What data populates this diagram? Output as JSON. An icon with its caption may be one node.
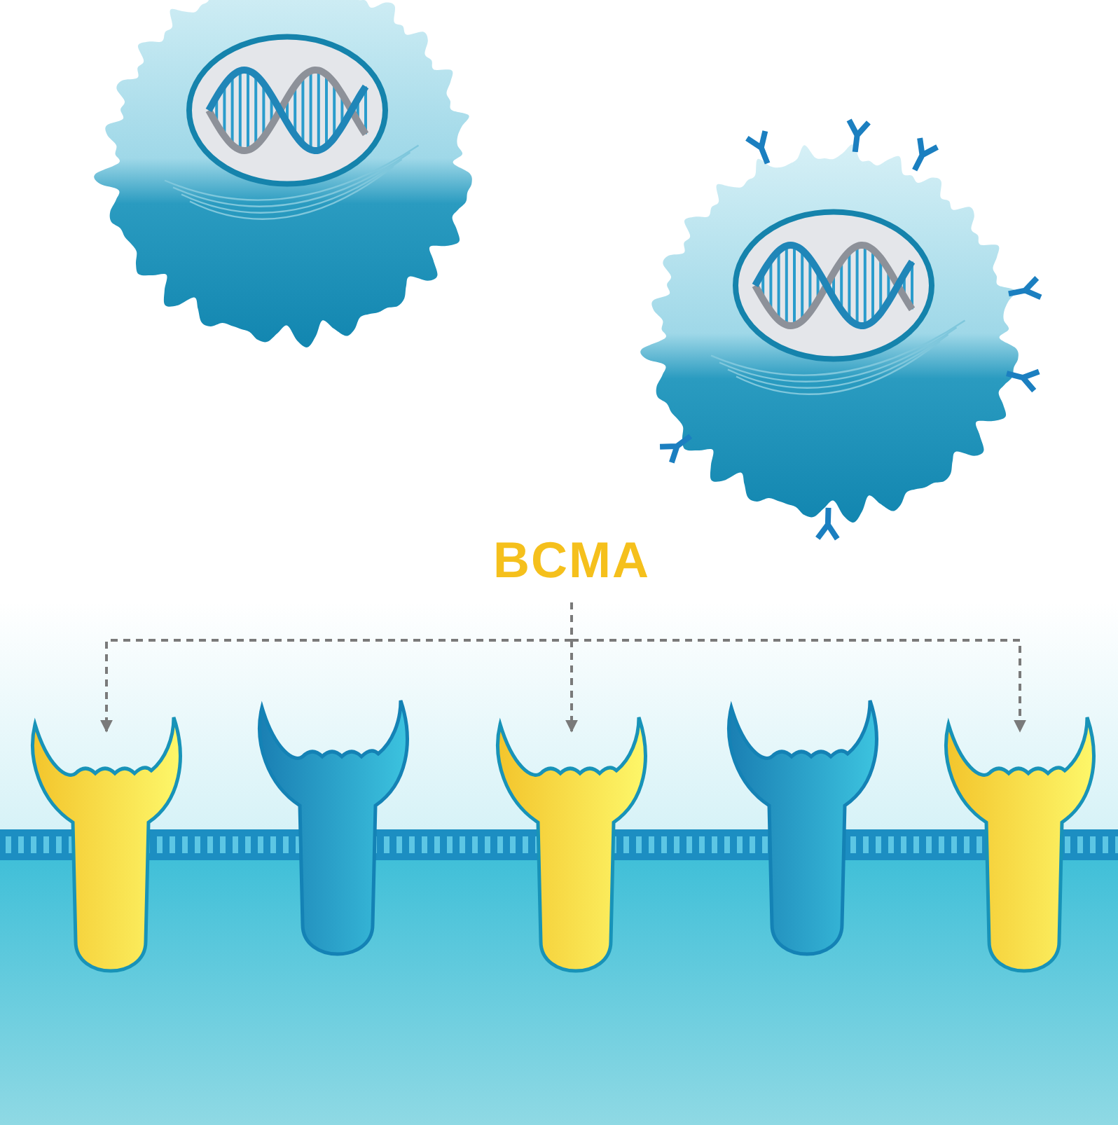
{
  "diagram": {
    "nodes": [
      {
        "text": [
          "BCMA"
        ]
      },
      {
        "text": [],
        "shape": "picture"
      },
      {
        "text": [],
        "shape": "picture"
      },
      {
        "text": [],
        "shape": "picture"
      }
    ],
    "edges": [
      {
        "from": 0,
        "to": 1,
        "arrow": "to",
        "style": "dashed"
      },
      {
        "from": 0,
        "to": 2,
        "arrow": "to",
        "style": "dashed"
      },
      {
        "from": 0,
        "to": 3,
        "arrow": "to",
        "style": "dashed"
      }
    ]
  }
}
